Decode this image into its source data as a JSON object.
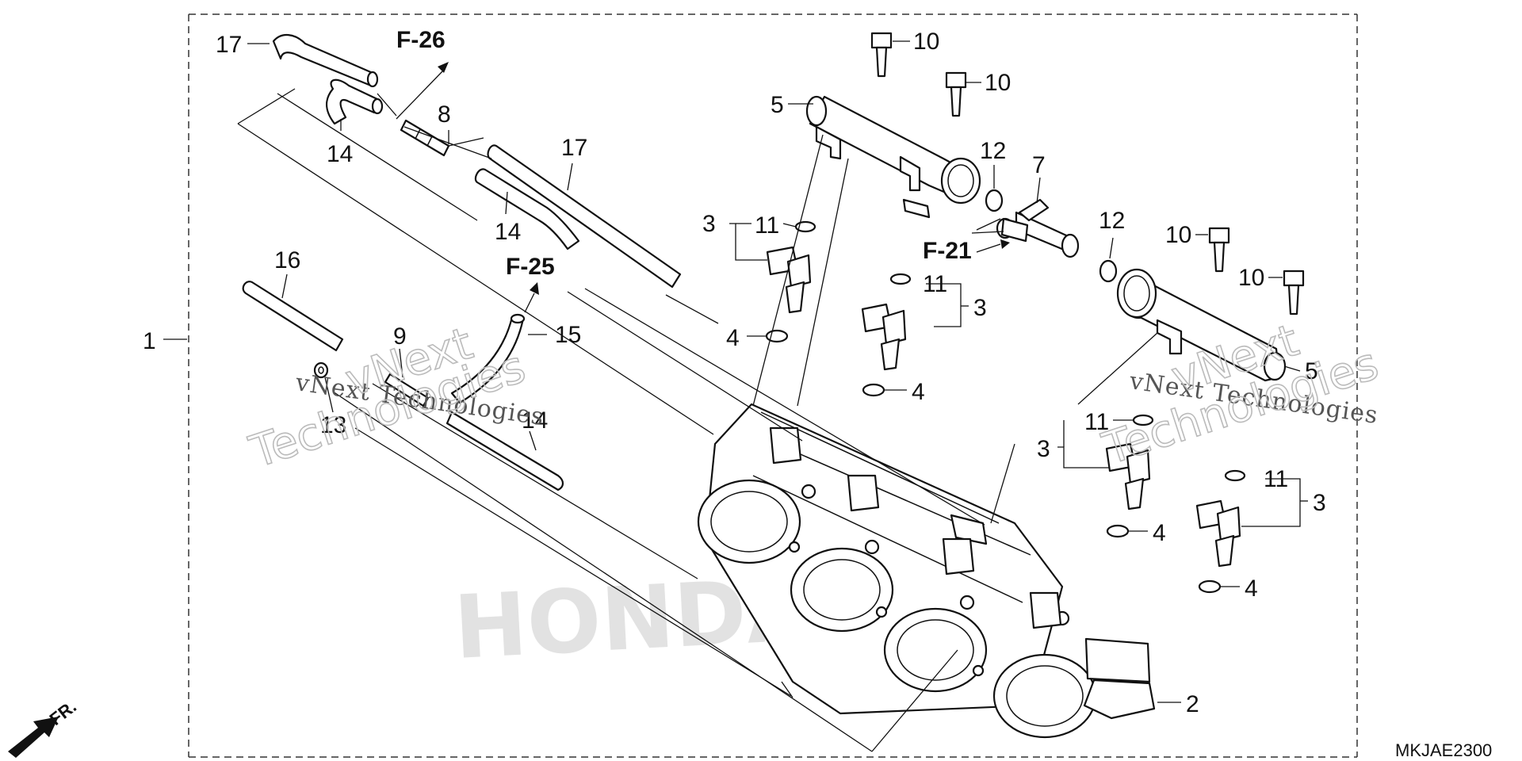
{
  "diagram_code": "MKJAE2300",
  "front_label": "FR.",
  "watermark": {
    "line1": "vNext Technologies",
    "line2_a": "vNext",
    "line2_b": "Technologies",
    "brand": "HONDA"
  },
  "references": {
    "f26": "F-26",
    "f25": "F-25",
    "f21": "F-21"
  },
  "callouts": {
    "c1": "1",
    "c2": "2",
    "c3a": "3",
    "c3b": "3",
    "c3c": "3",
    "c3d": "3",
    "c4a": "4",
    "c4b": "4",
    "c4c": "4",
    "c4d": "4",
    "c5a": "5",
    "c5b": "5",
    "c7": "7",
    "c8": "8",
    "c9": "9",
    "c10a": "10",
    "c10b": "10",
    "c10c": "10",
    "c10d": "10",
    "c11a": "11",
    "c11b": "11",
    "c11c": "11",
    "c11d": "11",
    "c12a": "12",
    "c12b": "12",
    "c13": "13",
    "c14a": "14",
    "c14b": "14",
    "c14c": "14",
    "c15": "15",
    "c16": "16",
    "c17a": "17",
    "c17b": "17"
  },
  "colors": {
    "line": "#111111",
    "watermark": "#bbbbbb",
    "brand_watermark": "#e2e2e2"
  }
}
